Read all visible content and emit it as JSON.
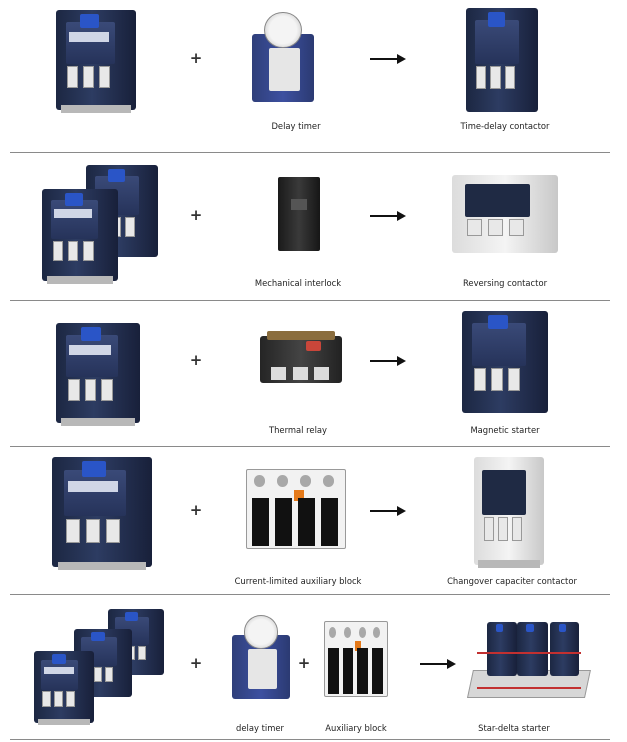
{
  "rows": [
    {
      "component": "",
      "addon": "Delay timer",
      "result": "Time-delay contactor"
    },
    {
      "component": "",
      "addon": "Mechanical interlock",
      "result": "Reversing contactor"
    },
    {
      "component": "",
      "addon": "Thermal relay",
      "result": "Magnetic starter"
    },
    {
      "component": "",
      "addon": "Current-limited auxiliary block",
      "result": "Changover capaciter contactor"
    },
    {
      "component": "",
      "addon": "delay timer",
      "addon2": "Auxiliary block",
      "result": "Star-delta starter"
    }
  ],
  "symbols": {
    "plus": "+",
    "arrow_icon": "right-arrow-icon"
  },
  "colors": {
    "contactor_body": "#1c2742",
    "contactor_accent": "#2a55c7",
    "divider": "#8a8a8a"
  }
}
